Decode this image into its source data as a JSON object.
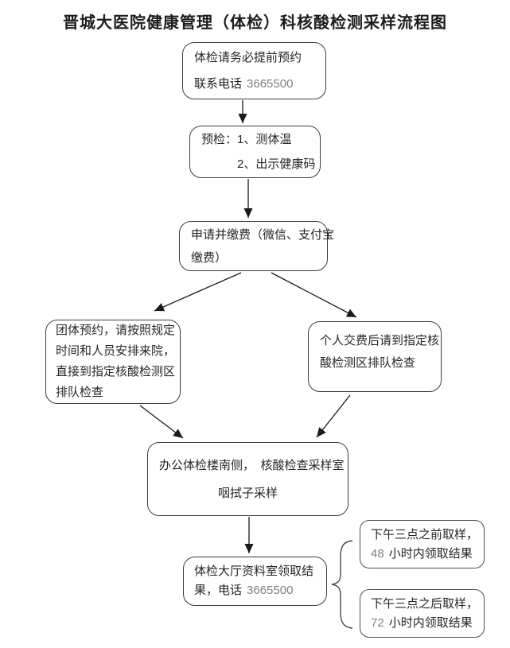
{
  "title": "晋城大医院健康管理（体检）科核酸检测采样流程图",
  "colors": {
    "background": "#ffffff",
    "text": "#262626",
    "number": "#808080",
    "box_border": "#3d3d3d",
    "arrow": "#1a1a1a"
  },
  "nodes": {
    "appointment": {
      "line1": "体检请务必提前预约",
      "phone_label": "联系电话",
      "phone_number": "3665500"
    },
    "precheck": {
      "line1": "预检：1、测体温",
      "line2": "2、出示健康码"
    },
    "payment": {
      "line1": "申请并缴费（微信、支付宝",
      "line2": "缴费）"
    },
    "group": {
      "line1": "团体预约，请按照规定",
      "line2": "时间和人员安排来院，",
      "line3": "直接到指定核酸检测区",
      "line4": "排队检查"
    },
    "individual": {
      "line1": "个人交费后请到指定核",
      "line2": "酸检测区排队检查"
    },
    "sampling": {
      "line1": "办公体检楼南侧，　核酸检查采样室",
      "line2": "咽拭子采样"
    },
    "result": {
      "line1": "体检大厅资料室领取结",
      "line2_prefix": "果，电话",
      "phone_number": "3665500"
    },
    "note_before": {
      "line1": "下午三点之前取样，",
      "hours": "48",
      "line2_suffix": "小时内领取结果"
    },
    "note_after": {
      "line1": "下午三点之后取样，",
      "hours": "72",
      "line2_suffix": "小时内领取结果"
    }
  }
}
